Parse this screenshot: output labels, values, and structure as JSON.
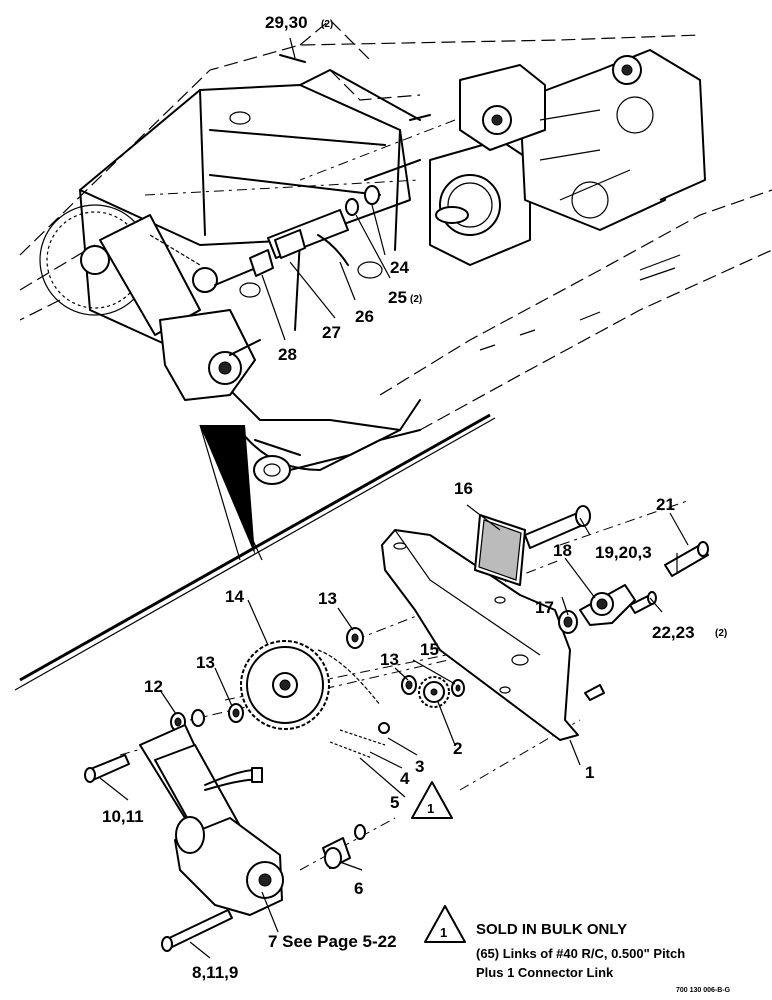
{
  "callouts": {
    "c29_30": "29,30",
    "c29_30_qty": "(2)",
    "c24": "24",
    "c25": "25",
    "c25_qty": "(2)",
    "c26": "26",
    "c27": "27",
    "c28": "28",
    "c16": "16",
    "c21": "21",
    "c19_20_3": "19,20,3",
    "c18": "18",
    "c17": "17",
    "c22_23": "22,23",
    "c22_23_qty": "(2)",
    "c14": "14",
    "c13a": "13",
    "c13b": "13",
    "c13c": "13",
    "c15": "15",
    "c12": "12",
    "c2": "2",
    "c3": "3",
    "c4": "4",
    "c5": "5",
    "c1": "1",
    "c10_11": "10,11",
    "c6": "6",
    "c7": "7 See Page 5-22",
    "c8_11_9": "8,11,9"
  },
  "note": {
    "symbol": "1",
    "callout_symbol": "1",
    "title": "SOLD IN BULK ONLY",
    "line1": "(65) Links of #40 R/C, 0.500\" Pitch",
    "line2": "Plus 1 Connector Link"
  },
  "figure_code": "700 130 006-B-G"
}
